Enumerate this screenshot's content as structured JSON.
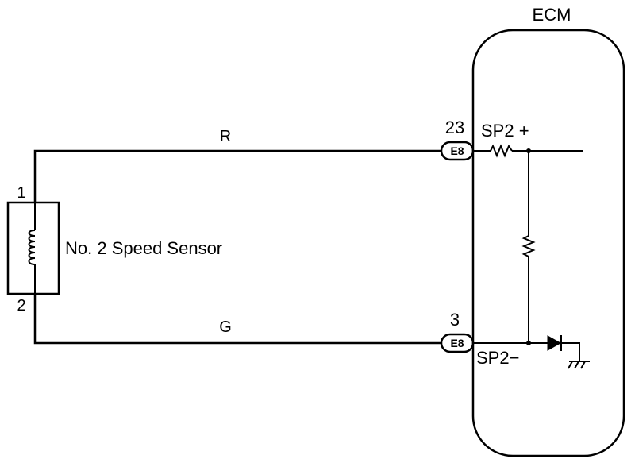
{
  "ecm": {
    "label": "ECM"
  },
  "sensor": {
    "label": "No. 2 Speed Sensor",
    "pin_top": "1",
    "pin_bottom": "2"
  },
  "wires": {
    "top_color": "R",
    "bottom_color": "G"
  },
  "connectors": {
    "top": {
      "pin": "23",
      "id": "E8",
      "terminal": "SP2 +"
    },
    "bottom": {
      "pin": "3",
      "id": "E8",
      "terminal": "SP2−"
    }
  },
  "colors": {
    "line": "#000000",
    "background": "#ffffff"
  }
}
